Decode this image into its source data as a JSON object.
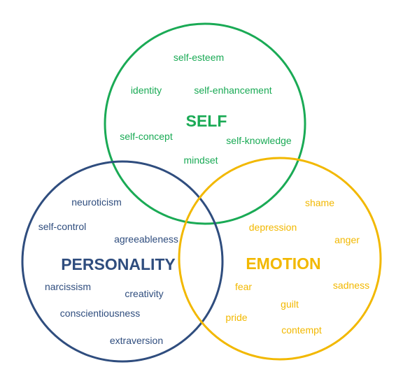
{
  "colors": {
    "self": "#1aaa55",
    "personality": "#2f4d7e",
    "emotion": "#f2b800",
    "background": "#ffffff"
  },
  "self": {
    "title": "SELF",
    "terms": [
      "self-esteem",
      "identity",
      "self-enhancement",
      "self-concept",
      "self-knowledge",
      "mindset"
    ]
  },
  "personality": {
    "title": "PERSONALITY",
    "terms": [
      "neuroticism",
      "self-control",
      "agreeableness",
      "narcissism",
      "creativity",
      "conscientiousness",
      "extraversion"
    ]
  },
  "emotion": {
    "title": "EMOTION",
    "terms": [
      "shame",
      "depression",
      "anger",
      "fear",
      "sadness",
      "guilt",
      "pride",
      "contempt"
    ]
  }
}
